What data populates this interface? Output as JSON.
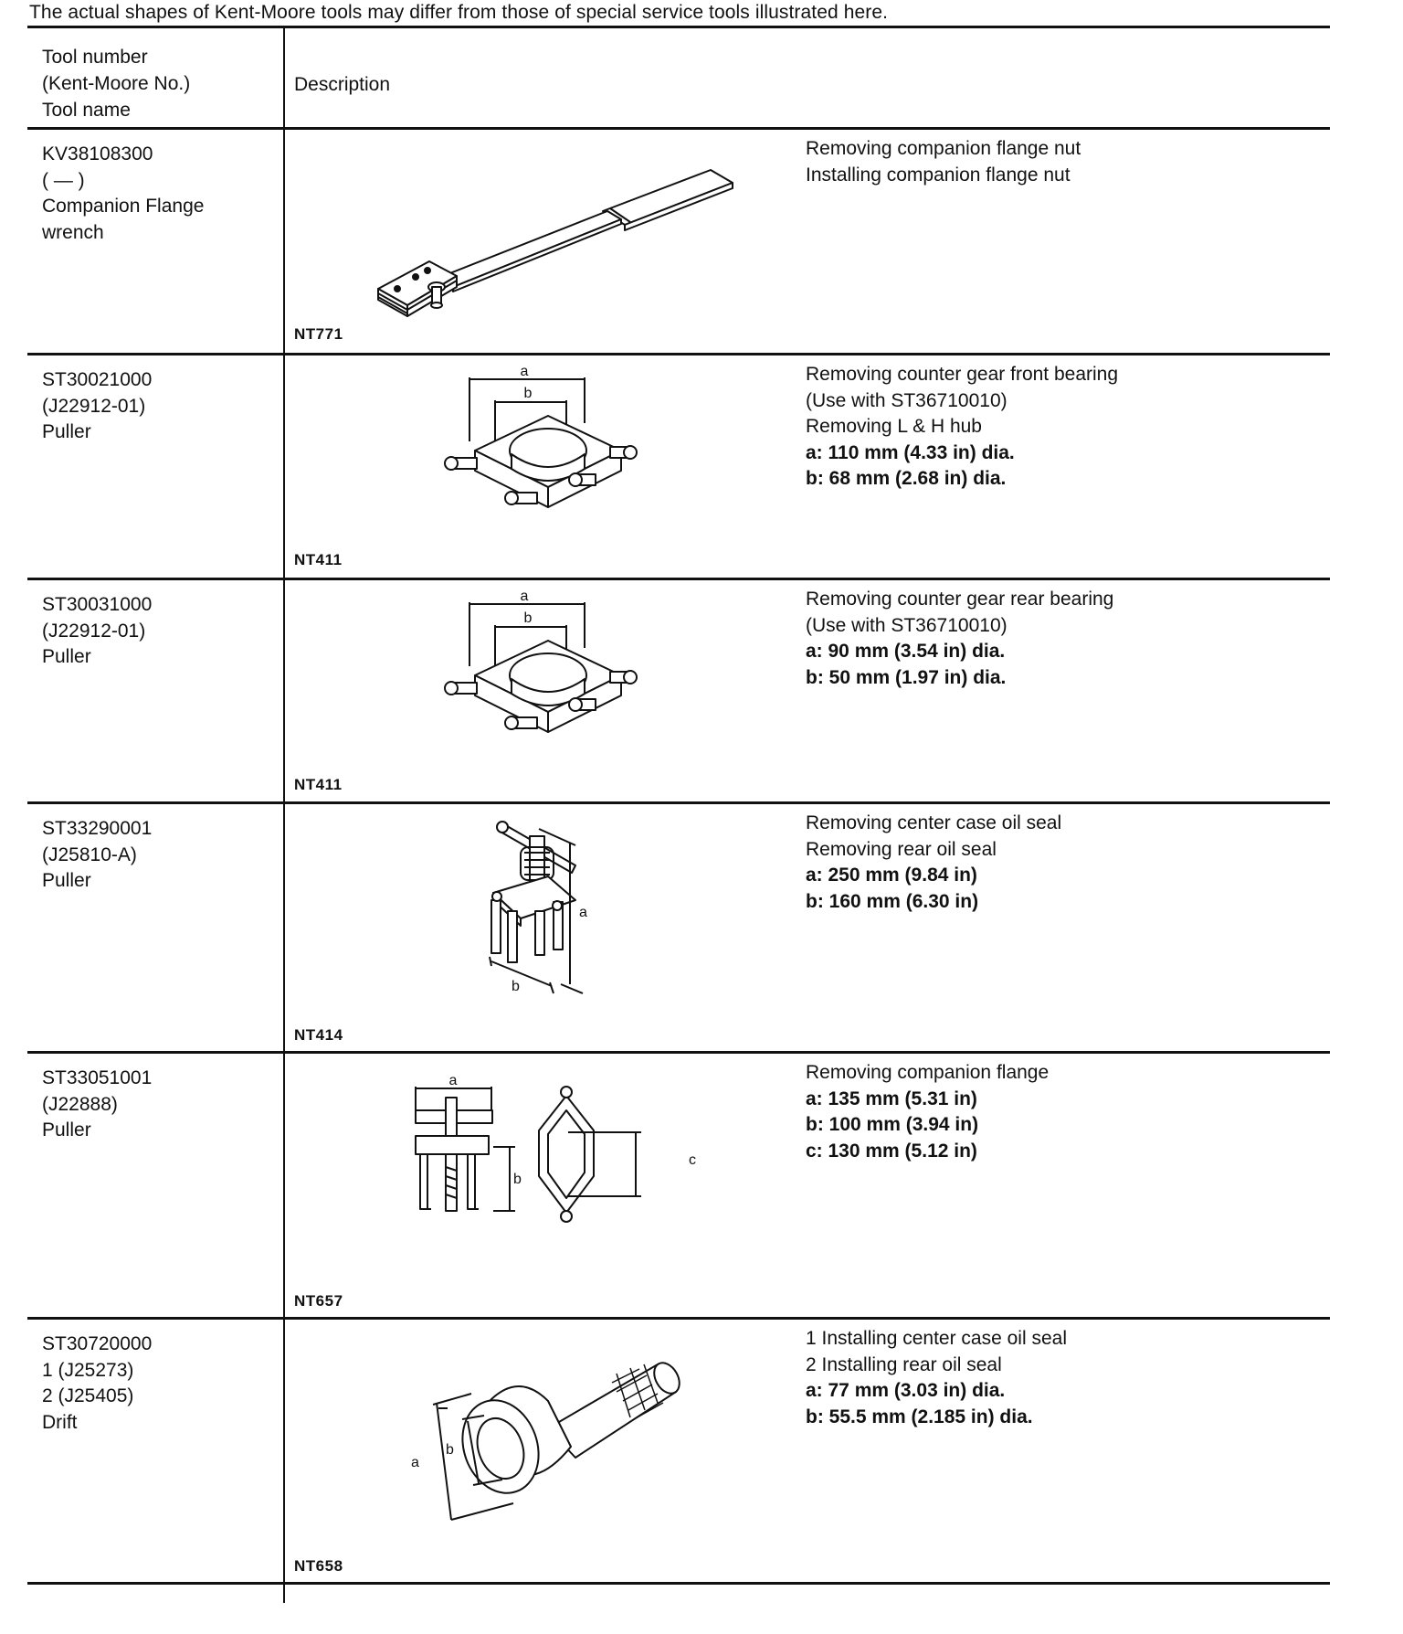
{
  "note": "The actual shapes of Kent-Moore tools may differ from those of special service tools illustrated here.",
  "columns": {
    "tool": [
      "Tool number",
      "(Kent-Moore No.)",
      "Tool name"
    ],
    "description": "Description"
  },
  "rows": [
    {
      "tool_number": "KV38108300",
      "kent_moore": "( — )",
      "tool_name_lines": [
        "Companion Flange",
        "wrench"
      ],
      "figure_code": "NT771",
      "description_lines": [
        "Removing companion flange nut",
        "Installing companion flange nut"
      ],
      "spec_lines": []
    },
    {
      "tool_number": "ST30021000",
      "kent_moore": "(J22912-01)",
      "tool_name_lines": [
        "Puller"
      ],
      "figure_code": "NT411",
      "description_lines": [
        "Removing counter gear front bearing",
        "(Use with ST36710010)",
        "Removing L & H hub"
      ],
      "spec_lines": [
        "a: 110 mm (4.33 in) dia.",
        "b: 68 mm (2.68 in) dia."
      ]
    },
    {
      "tool_number": "ST30031000",
      "kent_moore": "(J22912-01)",
      "tool_name_lines": [
        "Puller"
      ],
      "figure_code": "NT411",
      "description_lines": [
        "Removing counter gear rear bearing",
        "(Use with ST36710010)"
      ],
      "spec_lines": [
        "a: 90 mm (3.54 in) dia.",
        "b: 50 mm (1.97 in) dia."
      ]
    },
    {
      "tool_number": "ST33290001",
      "kent_moore": "(J25810-A)",
      "tool_name_lines": [
        "Puller"
      ],
      "figure_code": "NT414",
      "description_lines": [
        "Removing center case oil seal",
        "Removing rear oil seal"
      ],
      "spec_lines": [
        "a: 250 mm (9.84 in)",
        "b: 160 mm (6.30 in)"
      ]
    },
    {
      "tool_number": "ST33051001",
      "kent_moore": "(J22888)",
      "tool_name_lines": [
        "Puller"
      ],
      "figure_code": "NT657",
      "description_lines": [
        "Removing companion flange"
      ],
      "spec_lines": [
        "a: 135 mm (5.31 in)",
        "b: 100 mm (3.94 in)",
        "c: 130 mm (5.12 in)"
      ]
    },
    {
      "tool_number": "ST30720000",
      "kent_moore": "1 (J25273)",
      "tool_name_lines": [
        "2 (J25405)",
        "Drift"
      ],
      "figure_code": "NT658",
      "description_lines": [
        "1 Installing center case oil seal",
        "2 Installing rear oil seal"
      ],
      "spec_lines": [
        "a: 77 mm (3.03 in) dia.",
        "b: 55.5 mm (2.185 in) dia."
      ]
    }
  ],
  "dimension_labels": {
    "a": "a",
    "b": "b",
    "c": "c"
  }
}
